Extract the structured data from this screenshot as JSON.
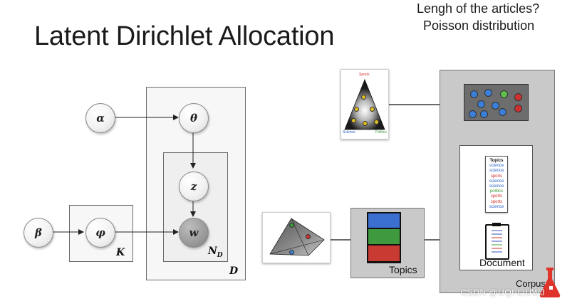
{
  "title": "Latent Dirichlet Allocation",
  "note": {
    "line1": "Lengh of the articles?",
    "line2": "Poisson distribution"
  },
  "nodes": {
    "alpha": "α",
    "theta": "θ",
    "z": "z",
    "w": "w",
    "beta": "β",
    "phi": "φ"
  },
  "plates": {
    "D": "D",
    "N": "N",
    "N_sub": "D",
    "K": "K"
  },
  "corner_labels": {
    "sports": "Sports",
    "science": "Science",
    "politics": "Politics"
  },
  "topics_list": {
    "header": "Topics",
    "items": [
      {
        "word": "science",
        "color": "#2a63c7"
      },
      {
        "word": "science",
        "color": "#2a63c7"
      },
      {
        "word": "sports",
        "color": "#d13030"
      },
      {
        "word": "science",
        "color": "#2a63c7"
      },
      {
        "word": "science",
        "color": "#2a63c7"
      },
      {
        "word": "politics",
        "color": "#3a9a3a"
      },
      {
        "word": "sports",
        "color": "#d13030"
      },
      {
        "word": "sports",
        "color": "#d13030"
      },
      {
        "word": "science",
        "color": "#2a63c7"
      }
    ]
  },
  "labels": {
    "topics": "Topics",
    "document": "Document",
    "corpus": "Corpus"
  },
  "watermark": "CSDN @UQI-LIUWJ",
  "colors": {
    "science": "#2a63c7",
    "sports": "#d13030",
    "politics": "#3a9a3a",
    "yellow": "#e0c020",
    "logo": "#e0342a"
  }
}
